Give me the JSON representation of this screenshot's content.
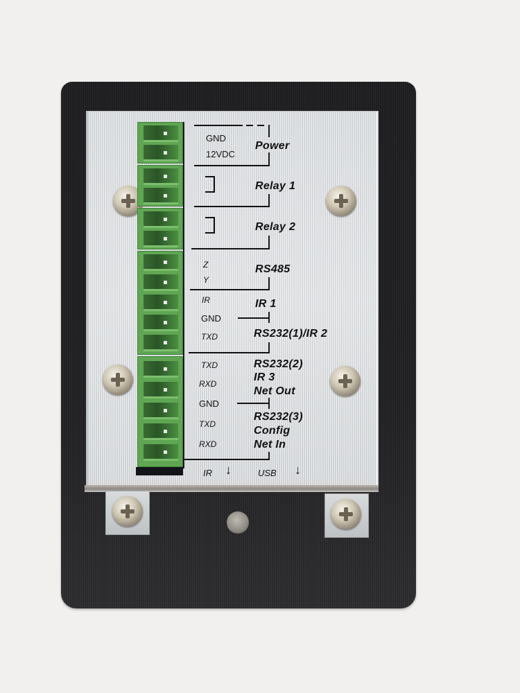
{
  "device": {
    "description": "Wall-plate controller rear view with green pluggable terminal blocks",
    "colors": {
      "background": "#f1f0ee",
      "backplate": "#1f1f21",
      "plate": "#dcdfe2",
      "terminal_green": "#5fa653",
      "text": "#111111"
    }
  },
  "labels": {
    "power": {
      "title": "Power",
      "pins": [
        "GND",
        "12VDC"
      ]
    },
    "relay1": {
      "title": "Relay 1"
    },
    "relay2": {
      "title": "Relay 2"
    },
    "rs485": {
      "title": "RS485",
      "pins": [
        "Z",
        "Y"
      ]
    },
    "ir1": {
      "title": "IR 1",
      "pins": [
        "IR"
      ]
    },
    "gnd1": {
      "pin": "GND"
    },
    "rs232_1": {
      "title": "RS232(1)/IR 2",
      "pins": [
        "TXD"
      ]
    },
    "rs232_2": {
      "title_lines": [
        "RS232(2)",
        "IR 3",
        "Net Out"
      ],
      "pins": [
        "TXD",
        "RXD"
      ]
    },
    "gnd2": {
      "pin": "GND"
    },
    "rs232_3": {
      "title_lines": [
        "RS232(3)",
        "Config",
        "Net In"
      ],
      "pins": [
        "TXD",
        "RXD"
      ]
    },
    "bottom": {
      "ir": "IR",
      "usb": "USB",
      "arrow": "↓"
    }
  },
  "terminal_blocks": [
    {
      "name": "power",
      "positions": 2
    },
    {
      "name": "relay1",
      "positions": 2
    },
    {
      "name": "relay2",
      "positions": 2
    },
    {
      "name": "rs485-ir-rs232",
      "positions": 5
    },
    {
      "name": "rs232-2-3",
      "positions": 5
    }
  ]
}
